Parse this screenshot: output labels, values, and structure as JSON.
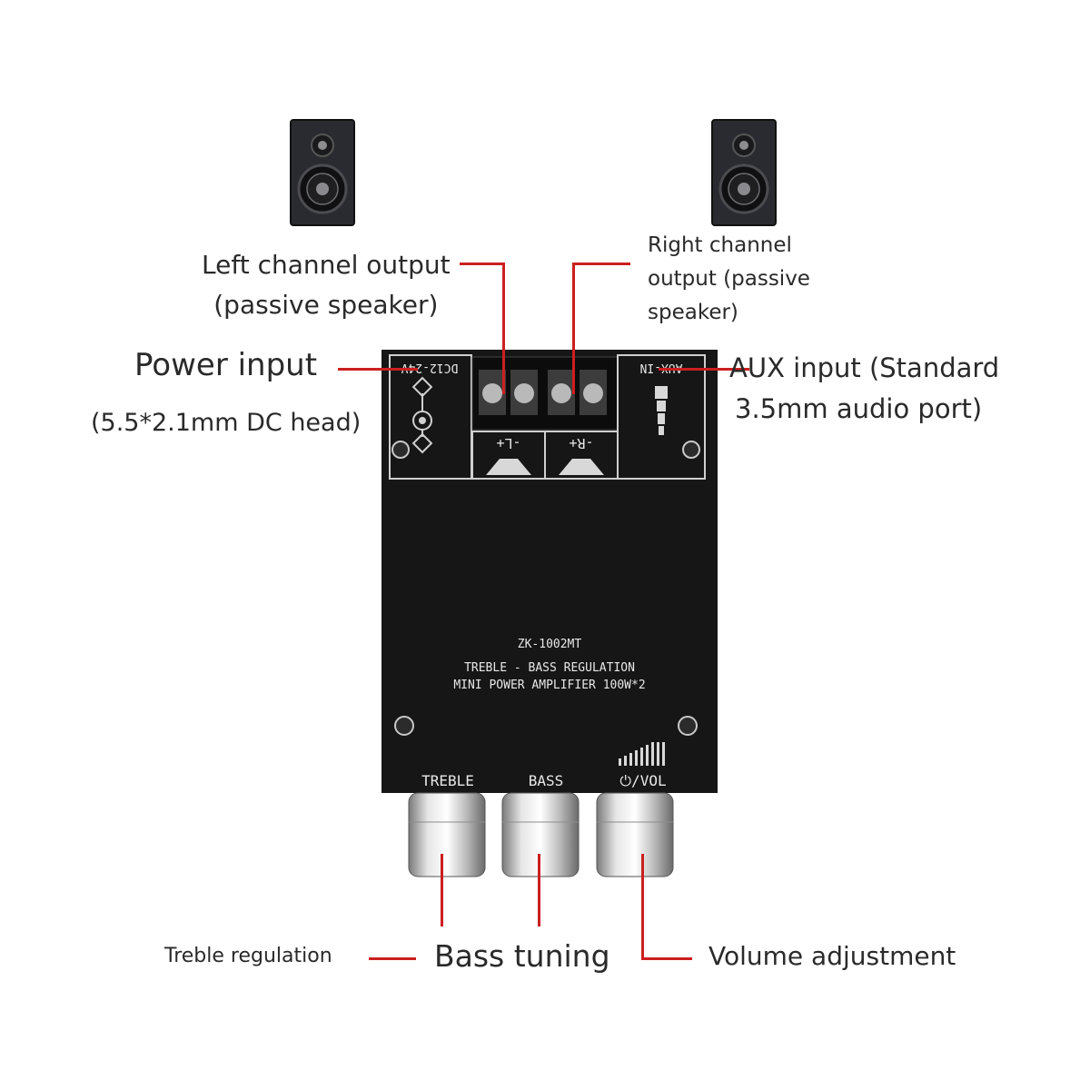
{
  "callouts": {
    "left_channel_line1": "Left channel output",
    "left_channel_line2": "(passive speaker)",
    "right_channel_line1": "Right channel",
    "right_channel_line2": "output (passive",
    "right_channel_line3": "speaker)",
    "power_input": "Power input",
    "power_input_sub": "(5.5*2.1mm DC head)",
    "aux_input_line1": "AUX input (Standard",
    "aux_input_line2": "3.5mm audio port)",
    "treble_regulation": "Treble regulation",
    "bass_tuning": "Bass tuning",
    "volume_adjustment": "Volume adjustment"
  },
  "board": {
    "dc_label": "DC12-24V",
    "aux_label": "AUX-IN",
    "left_terminal": "-L+",
    "right_terminal": "-R+",
    "model": "ZK-1002MT",
    "desc_line1": "TREBLE - BASS REGULATION",
    "desc_line2": "MINI POWER AMPLIFIER 100W*2",
    "knob_treble": "TREBLE",
    "knob_bass": "BASS",
    "knob_vol": "⏻/VOL"
  },
  "colors": {
    "leader_line": "#cc1f1f",
    "board": "#161616",
    "board_print": "#e8e8e8"
  }
}
